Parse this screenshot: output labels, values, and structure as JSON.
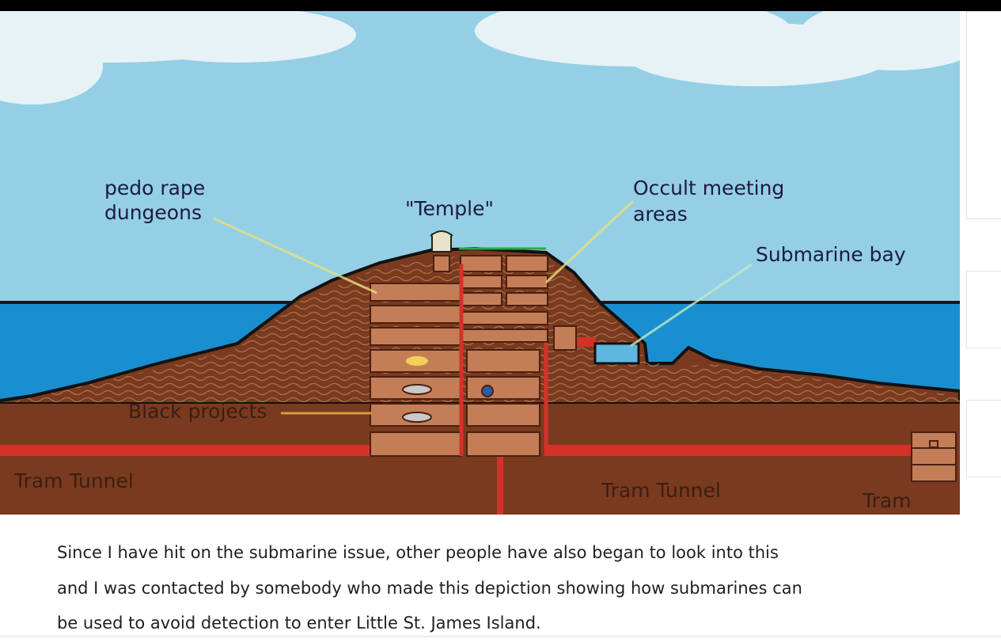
{
  "diagram": {
    "labels": {
      "dungeons_line1": "pedo rape",
      "dungeons_line2": "dungeons",
      "temple": "\"Temple\"",
      "occult_line1": "Occult meeting",
      "occult_line2": "areas",
      "submarine_bay": "Submarine bay",
      "black_projects": "Black projects",
      "tram_tunnel_left": "Tram Tunnel",
      "tram_tunnel_right": "Tram Tunnel",
      "tram": "Tram"
    },
    "colors": {
      "sky": "#94cfe6",
      "sea": "#1a8fd0",
      "earth": "#7a3a1f",
      "rooms": "#c47e57",
      "tunnel": "#d43229",
      "pointer_yellow": "#e8e07a"
    }
  },
  "caption": {
    "line1": "Since I have hit on the submarine issue, other people have also began to look into this",
    "line2": "and I was contacted by somebody who made this depiction showing how submarines can",
    "line3": "be used to avoid detection to enter Little St. James Island."
  }
}
